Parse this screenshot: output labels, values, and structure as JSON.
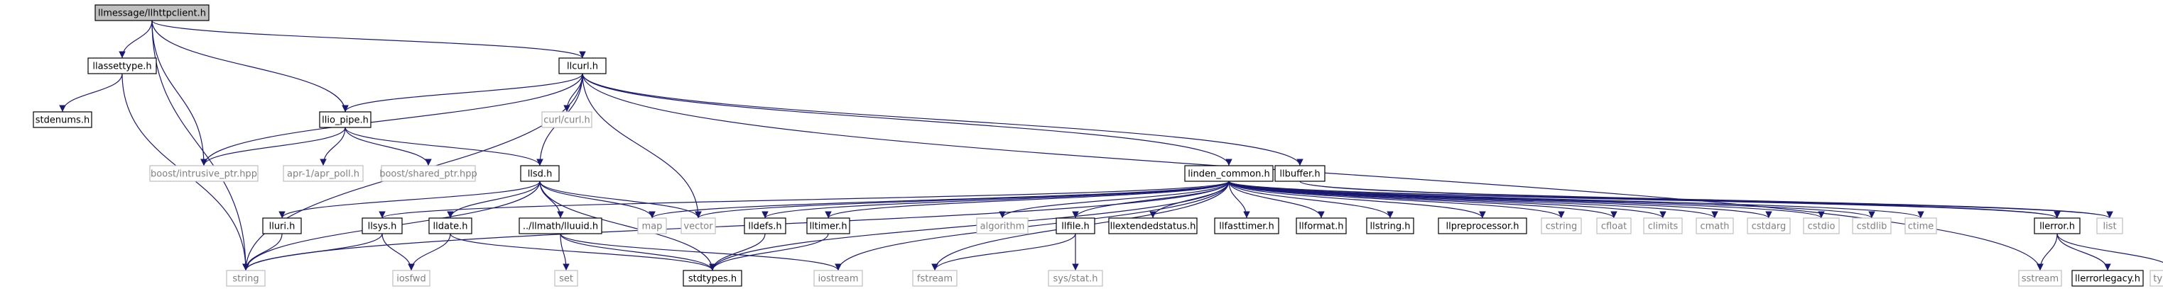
{
  "colors": {
    "edge": "#191970",
    "edge_external": "#9a9a9a",
    "box_border": "#000000",
    "box_border_external": "#bfbfbf",
    "root_fill": "#bfbfbf",
    "text": "#000000",
    "text_external": "#7f7f7f"
  },
  "nodes": [
    {
      "id": "root",
      "label": "llmessage/llhttpclient.h",
      "kind": "root"
    },
    {
      "id": "llassettype",
      "label": "llassettype.h",
      "kind": "file"
    },
    {
      "id": "llcurl",
      "label": "llcurl.h",
      "kind": "file"
    },
    {
      "id": "stdenums",
      "label": "stdenums.h",
      "kind": "file"
    },
    {
      "id": "curlh",
      "label": "curl/curl.h",
      "kind": "external"
    },
    {
      "id": "llio_pipe",
      "label": "llio_pipe.h",
      "kind": "file"
    },
    {
      "id": "intrusive",
      "label": "boost/intrusive_ptr.hpp",
      "kind": "external"
    },
    {
      "id": "apr_poll",
      "label": "apr-1/apr_poll.h",
      "kind": "external"
    },
    {
      "id": "shared_ptr",
      "label": "boost/shared_ptr.hpp",
      "kind": "external"
    },
    {
      "id": "llsd",
      "label": "llsd.h",
      "kind": "file"
    },
    {
      "id": "llinden_common",
      "label": "linden_common.h",
      "kind": "file"
    },
    {
      "id": "llbuffer",
      "label": "llbuffer.h",
      "kind": "file"
    },
    {
      "id": "lluri",
      "label": "lluri.h",
      "kind": "file"
    },
    {
      "id": "llsys",
      "label": "llsys.h",
      "kind": "file"
    },
    {
      "id": "lldate",
      "label": "lldate.h",
      "kind": "file"
    },
    {
      "id": "lluuid",
      "label": "../llmath/lluuid.h",
      "kind": "file"
    },
    {
      "id": "map",
      "label": "map",
      "kind": "external"
    },
    {
      "id": "vector",
      "label": "vector",
      "kind": "external"
    },
    {
      "id": "lldefs",
      "label": "lldefs.h",
      "kind": "file"
    },
    {
      "id": "lltimer",
      "label": "lltimer.h",
      "kind": "file"
    },
    {
      "id": "algorithm",
      "label": "algorithm",
      "kind": "external"
    },
    {
      "id": "llfile",
      "label": "llfile.h",
      "kind": "file"
    },
    {
      "id": "llextendedstatus",
      "label": "llextendedstatus.h",
      "kind": "file"
    },
    {
      "id": "llfasttimer",
      "label": "llfasttimer.h",
      "kind": "file"
    },
    {
      "id": "llformat",
      "label": "llformat.h",
      "kind": "file"
    },
    {
      "id": "llstring",
      "label": "llstring.h",
      "kind": "file"
    },
    {
      "id": "llpreprocessor",
      "label": "llpreprocessor.h",
      "kind": "file"
    },
    {
      "id": "cstring",
      "label": "cstring",
      "kind": "external"
    },
    {
      "id": "cfloat",
      "label": "cfloat",
      "kind": "external"
    },
    {
      "id": "climits",
      "label": "climits",
      "kind": "external"
    },
    {
      "id": "cmath",
      "label": "cmath",
      "kind": "external"
    },
    {
      "id": "cstdarg",
      "label": "cstdarg",
      "kind": "external"
    },
    {
      "id": "cstdio",
      "label": "cstdio",
      "kind": "external"
    },
    {
      "id": "cstdlib",
      "label": "cstdlib",
      "kind": "external"
    },
    {
      "id": "ctime",
      "label": "ctime",
      "kind": "external"
    },
    {
      "id": "llerror",
      "label": "llerror.h",
      "kind": "file"
    },
    {
      "id": "list",
      "label": "list",
      "kind": "external"
    },
    {
      "id": "string",
      "label": "string",
      "kind": "external"
    },
    {
      "id": "iosfwd",
      "label": "iosfwd",
      "kind": "external"
    },
    {
      "id": "set",
      "label": "set",
      "kind": "external"
    },
    {
      "id": "stdtypes",
      "label": "stdtypes.h",
      "kind": "file"
    },
    {
      "id": "iostream",
      "label": "iostream",
      "kind": "external"
    },
    {
      "id": "fstream",
      "label": "fstream",
      "kind": "external"
    },
    {
      "id": "sysstat",
      "label": "sys/stat.h",
      "kind": "external"
    },
    {
      "id": "sstream",
      "label": "sstream",
      "kind": "external"
    },
    {
      "id": "llerrorlegacy",
      "label": "llerrorlegacy.h",
      "kind": "file"
    },
    {
      "id": "typeinfo",
      "label": "typeinfo",
      "kind": "external"
    }
  ],
  "edges": [
    [
      "root",
      "llassettype"
    ],
    [
      "root",
      "llcurl"
    ],
    [
      "root",
      "llio_pipe"
    ],
    [
      "root",
      "intrusive"
    ],
    [
      "root",
      "string"
    ],
    [
      "llassettype",
      "stdenums"
    ],
    [
      "llassettype",
      "string"
    ],
    [
      "llcurl",
      "curlh"
    ],
    [
      "llcurl",
      "llio_pipe"
    ],
    [
      "llcurl",
      "intrusive"
    ],
    [
      "llcurl",
      "llsd"
    ],
    [
      "llcurl",
      "llinden_common"
    ],
    [
      "llcurl",
      "llbuffer"
    ],
    [
      "llcurl",
      "vector"
    ],
    [
      "llcurl",
      "string"
    ],
    [
      "llcurl",
      "sstream"
    ],
    [
      "llio_pipe",
      "intrusive"
    ],
    [
      "llio_pipe",
      "apr_poll"
    ],
    [
      "llio_pipe",
      "shared_ptr"
    ],
    [
      "llio_pipe",
      "llsd"
    ],
    [
      "llsd",
      "map"
    ],
    [
      "llsd",
      "string"
    ],
    [
      "llsd",
      "vector"
    ],
    [
      "llsd",
      "lluri"
    ],
    [
      "llsd",
      "lldate"
    ],
    [
      "llsd",
      "lluuid"
    ],
    [
      "llsd",
      "stdtypes"
    ],
    [
      "llinden_common",
      "llsys"
    ],
    [
      "llinden_common",
      "lldefs"
    ],
    [
      "llinden_common",
      "lltimer"
    ],
    [
      "llinden_common",
      "algorithm"
    ],
    [
      "llinden_common",
      "llfile"
    ],
    [
      "llinden_common",
      "llextendedstatus"
    ],
    [
      "llinden_common",
      "llfasttimer"
    ],
    [
      "llinden_common",
      "llformat"
    ],
    [
      "llinden_common",
      "llstring"
    ],
    [
      "llinden_common",
      "llpreprocessor"
    ],
    [
      "llinden_common",
      "cstring"
    ],
    [
      "llinden_common",
      "cfloat"
    ],
    [
      "llinden_common",
      "climits"
    ],
    [
      "llinden_common",
      "cmath"
    ],
    [
      "llinden_common",
      "cstdarg"
    ],
    [
      "llinden_common",
      "cstdio"
    ],
    [
      "llinden_common",
      "cstdlib"
    ],
    [
      "llinden_common",
      "ctime"
    ],
    [
      "llinden_common",
      "llerror"
    ],
    [
      "llinden_common",
      "list"
    ],
    [
      "llinden_common",
      "map"
    ],
    [
      "llinden_common",
      "vector"
    ],
    [
      "llinden_common",
      "stdtypes"
    ],
    [
      "llinden_common",
      "iostream"
    ],
    [
      "llinden_common",
      "fstream"
    ],
    [
      "llinden_common",
      "string"
    ],
    [
      "llbuffer",
      "llerror"
    ],
    [
      "llbuffer",
      "list"
    ],
    [
      "lluri",
      "string"
    ],
    [
      "llsys",
      "string"
    ],
    [
      "llsys",
      "iosfwd"
    ],
    [
      "lldate",
      "iosfwd"
    ],
    [
      "lldate",
      "stdtypes"
    ],
    [
      "lluuid",
      "set"
    ],
    [
      "lluuid",
      "stdtypes"
    ],
    [
      "lluuid",
      "iostream"
    ],
    [
      "lldefs",
      "stdtypes"
    ],
    [
      "lltimer",
      "stdtypes"
    ],
    [
      "llfile",
      "fstream"
    ],
    [
      "llfile",
      "sysstat"
    ],
    [
      "llerror",
      "sstream"
    ],
    [
      "llerror",
      "llerrorlegacy"
    ],
    [
      "llerror",
      "typeinfo"
    ]
  ]
}
